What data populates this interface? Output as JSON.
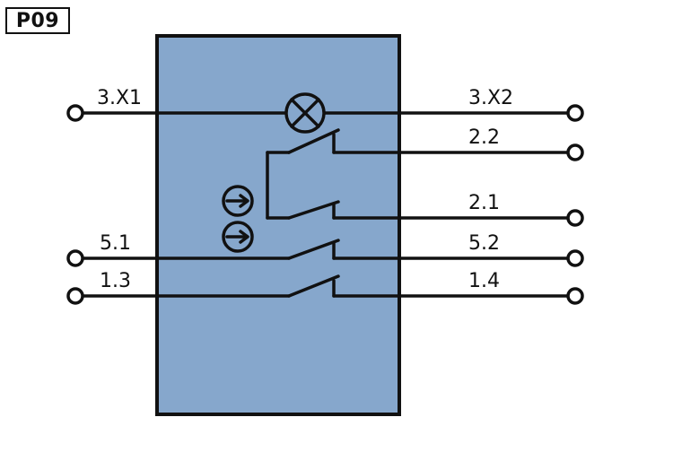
{
  "diagram": {
    "badge": "P09",
    "colors": {
      "housing": "#86a7cc",
      "line": "#111111",
      "background": "#ffffff"
    },
    "terminals": {
      "t_3x1": "3.X1",
      "t_3x2": "3.X2",
      "t_22": "2.2",
      "t_21": "2.1",
      "t_51": "5.1",
      "t_52": "5.2",
      "t_13": "1.3",
      "t_14": "1.4"
    },
    "symbols": [
      "lamp-icon",
      "arrow-circle-icon",
      "arrow-circle-icon",
      "switch-contact-icon"
    ]
  }
}
